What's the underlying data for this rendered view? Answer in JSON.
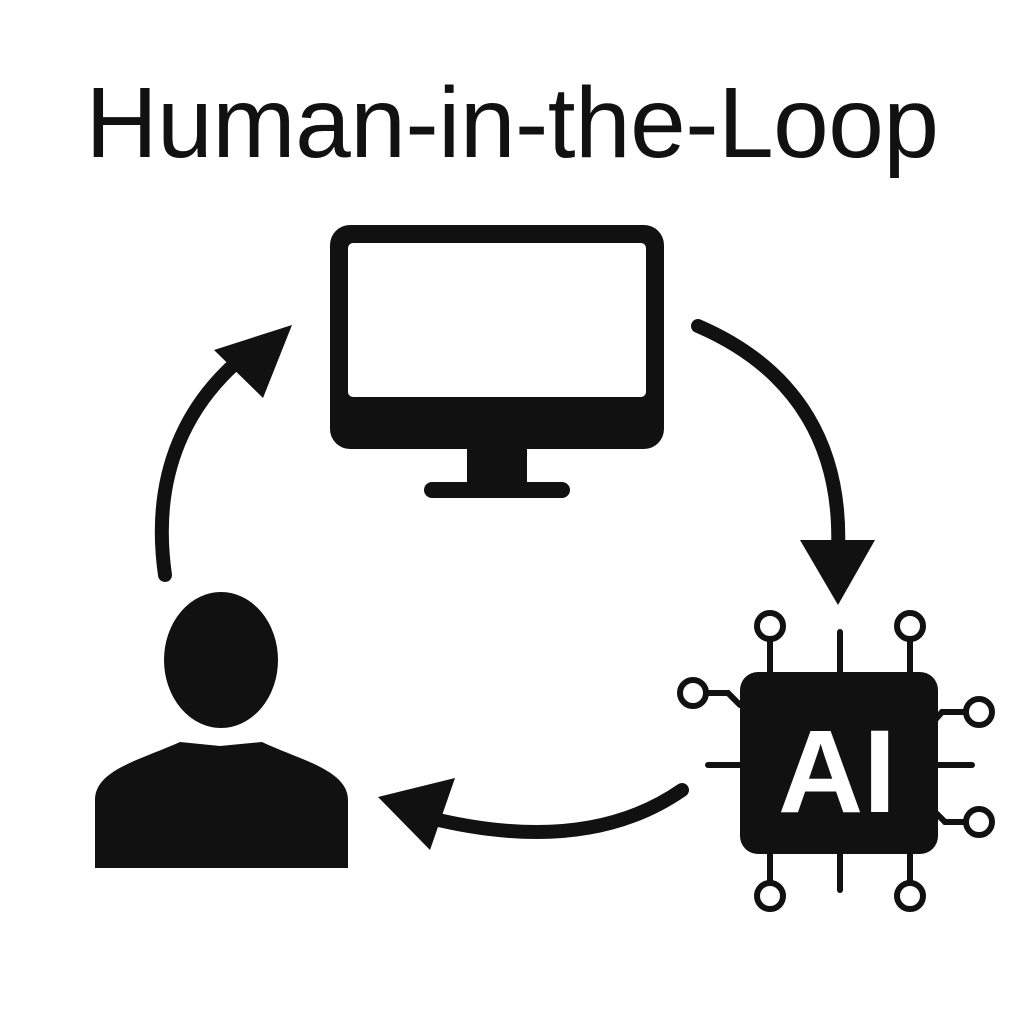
{
  "diagram": {
    "title": "Human-in-the-Loop",
    "nodes": [
      {
        "id": "computer",
        "icon": "monitor-icon"
      },
      {
        "id": "ai",
        "icon": "ai-chip-icon",
        "label": "AI"
      },
      {
        "id": "human",
        "icon": "person-icon"
      }
    ],
    "edges": [
      {
        "from": "human",
        "to": "computer"
      },
      {
        "from": "computer",
        "to": "ai"
      },
      {
        "from": "ai",
        "to": "human"
      }
    ],
    "colors": {
      "ink": "#111111",
      "background": "#ffffff"
    }
  }
}
